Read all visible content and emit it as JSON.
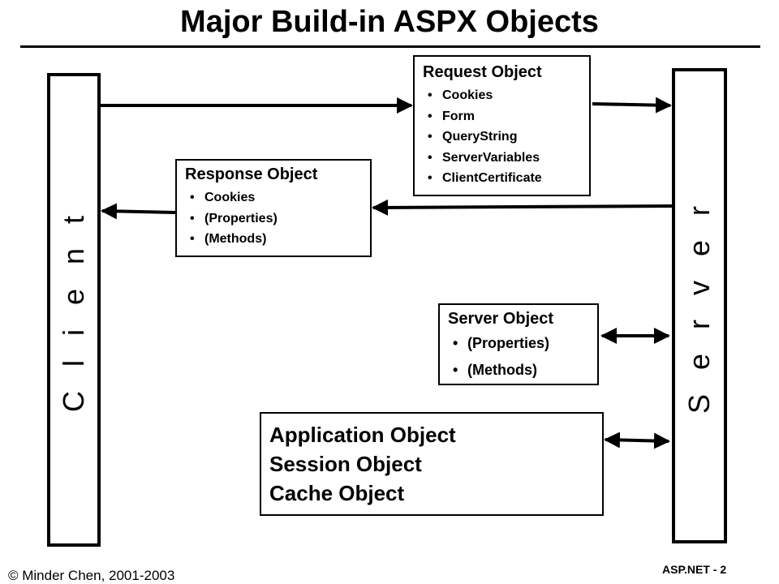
{
  "title": "Major Build-in ASPX Objects",
  "client_label": "C l i e n t",
  "server_label": "S e r v e r",
  "request": {
    "heading": "Request Object",
    "items": [
      "Cookies",
      "Form",
      "QueryString",
      "ServerVariables",
      "ClientCertificate"
    ]
  },
  "response": {
    "heading": "Response Object",
    "items": [
      "Cookies",
      "(Properties)",
      "(Methods)"
    ]
  },
  "server_object": {
    "heading": "Server Object",
    "items": [
      "(Properties)",
      "(Methods)"
    ]
  },
  "state_objects": [
    "Application Object",
    "Session Object",
    "Cache Object"
  ],
  "footer": {
    "copyright": "© Minder Chen, 2001-2003",
    "page": "ASP.NET - 2"
  }
}
